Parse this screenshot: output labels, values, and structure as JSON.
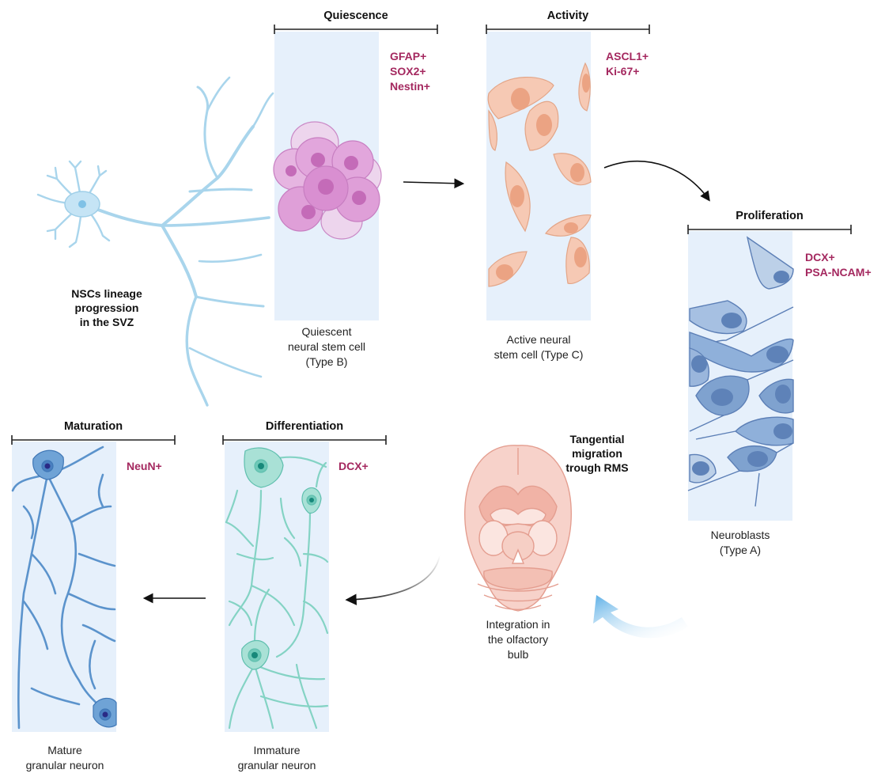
{
  "colors": {
    "marker": "#a4285f",
    "panel_bg": "#e6f0fb",
    "stem_cell": "#d98fd1",
    "active_cell": "#f6c9b4",
    "neuroblast": "#7fa2cf",
    "immature": "#84d3c4",
    "mature": "#5b93cc",
    "nsc_neuron": "#a9d5ec",
    "brain": "#f2c1b6"
  },
  "lineage": {
    "title_lines": [
      "NSCs lineage",
      "progression",
      "in the SVZ"
    ]
  },
  "stages": [
    {
      "id": "quiescence",
      "title": "Quiescence",
      "markers": [
        "GFAP+",
        "SOX2+",
        "Nestin+"
      ],
      "caption_lines": [
        "Quiescent",
        "neural stem cell",
        "(Type B)"
      ]
    },
    {
      "id": "activity",
      "title": "Activity",
      "markers": [
        "ASCL1+",
        "Ki-67+"
      ],
      "caption_lines": [
        "Active neural",
        "stem cell (Type C)"
      ]
    },
    {
      "id": "proliferation",
      "title": "Proliferation",
      "markers": [
        "DCX+",
        "PSA-NCAM+"
      ],
      "caption_lines": [
        "Neuroblasts",
        "(Type A)"
      ]
    },
    {
      "id": "differentiation",
      "title": "Differentiation",
      "markers": [
        "DCX+"
      ],
      "caption_lines": [
        "Immature",
        "granular neuron"
      ]
    },
    {
      "id": "maturation",
      "title": "Maturation",
      "markers": [
        "NeuN+"
      ],
      "caption_lines": [
        "Mature",
        "granular neuron"
      ]
    }
  ],
  "migration": {
    "title_lines": [
      "Tangential",
      "migration",
      "trough RMS"
    ],
    "caption_lines": [
      "Integration in",
      "the olfactory",
      "bulb"
    ]
  }
}
